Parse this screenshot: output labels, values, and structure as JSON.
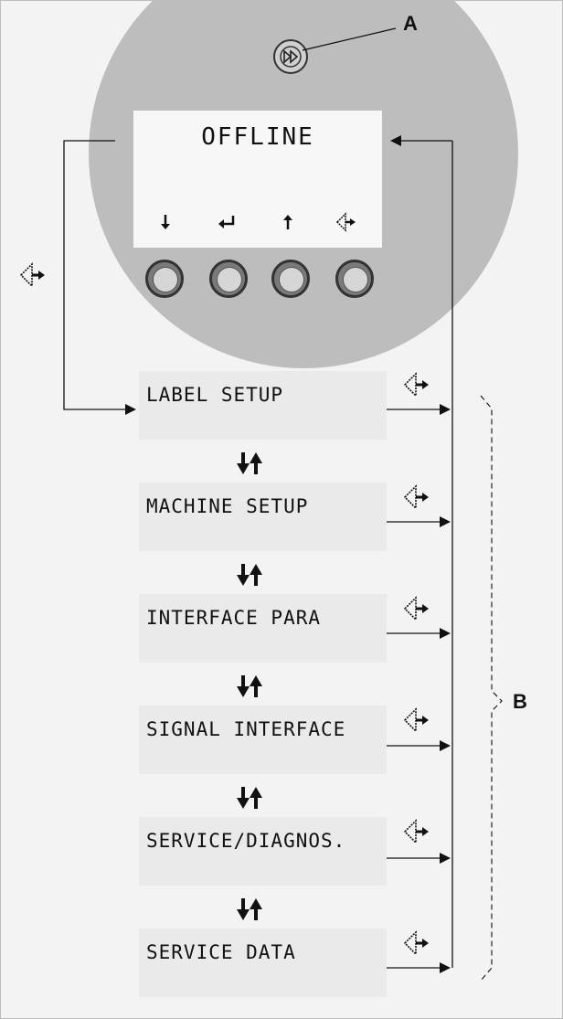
{
  "display": {
    "status_text": "OFFLINE"
  },
  "menu": {
    "items": [
      {
        "label": "LABEL SETUP"
      },
      {
        "label": "MACHINE SETUP"
      },
      {
        "label": "INTERFACE PARA"
      },
      {
        "label": "SIGNAL INTERFACE"
      },
      {
        "label": "SERVICE/DIAGNOS."
      },
      {
        "label": "SERVICE DATA"
      }
    ]
  },
  "callouts": {
    "a": "A",
    "b": "B"
  },
  "icons": {
    "softkeys": [
      "arrow-down-icon",
      "enter-icon",
      "arrow-up-icon",
      "toggle-menu-icon"
    ],
    "feed": "fast-forward-icon",
    "separator": "down-up-arrows-icon"
  },
  "colors": {
    "dial": "#bdbdbd",
    "screen": "#f7f7f7",
    "menu_box": "#eaeaea"
  }
}
